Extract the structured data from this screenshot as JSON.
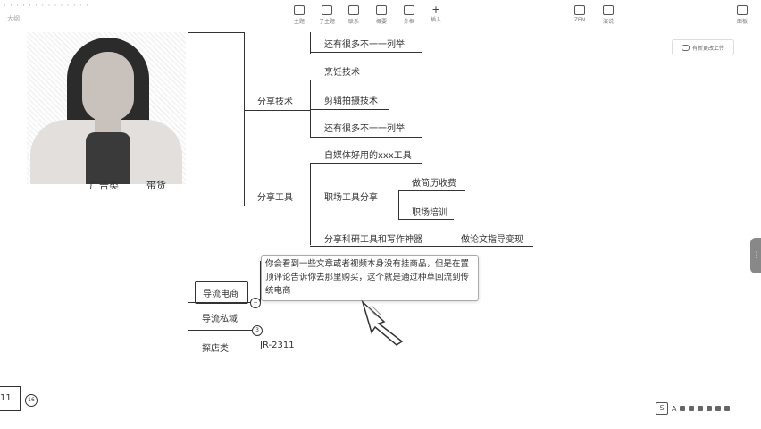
{
  "topbar": {
    "title": "· ·   · ·   ·  · ·   · · · · · · ·",
    "subtitle": "大纲",
    "tools": [
      {
        "label": "主题",
        "icon": "theme-icon"
      },
      {
        "label": "子主题",
        "icon": "subtopic-icon"
      },
      {
        "label": "联系",
        "icon": "relation-icon"
      },
      {
        "label": "概要",
        "icon": "summary-icon"
      },
      {
        "label": "外框",
        "icon": "boundary-icon"
      },
      {
        "label": "插入",
        "icon": "plus-icon"
      }
    ],
    "right_tools": [
      {
        "label": "ZEN",
        "icon": "zen-icon"
      },
      {
        "label": "演说",
        "icon": "play-icon"
      },
      {
        "label": "面板",
        "icon": "panel-icon"
      }
    ]
  },
  "sync_button": "有新更改上传",
  "presenter_partial": {
    "left": "广告类",
    "right": "带货"
  },
  "mindmap": {
    "top_item": "还有很多不一一列举",
    "share_tech": {
      "label": "分享技术",
      "children": [
        "烹饪技术",
        "剪辑拍摄技术",
        "还有很多不一一列举"
      ]
    },
    "share_tools": {
      "label": "分享工具",
      "children": [
        {
          "label": "自媒体好用的xxx工具"
        },
        {
          "label": "职场工具分享",
          "children": [
            "做简历收费",
            "职场培训"
          ]
        },
        {
          "label": "分享科研工具和写作神器",
          "children": [
            "做论文指导变现"
          ]
        }
      ]
    },
    "branches": [
      {
        "label": "导流电商"
      },
      {
        "label": "导流私域",
        "badge": "3"
      },
      {
        "label": "探店类",
        "child": "JR-2311"
      }
    ],
    "note": "你会看到一些文章或者视频本身没有挂商品，但是在置顶评论告诉你去那里购买，这个就是通过种草回流到传统电商"
  },
  "bottom_left": {
    "label": "11",
    "badge": "16"
  },
  "ime_bar": {
    "brand": "S",
    "mode": "A"
  }
}
